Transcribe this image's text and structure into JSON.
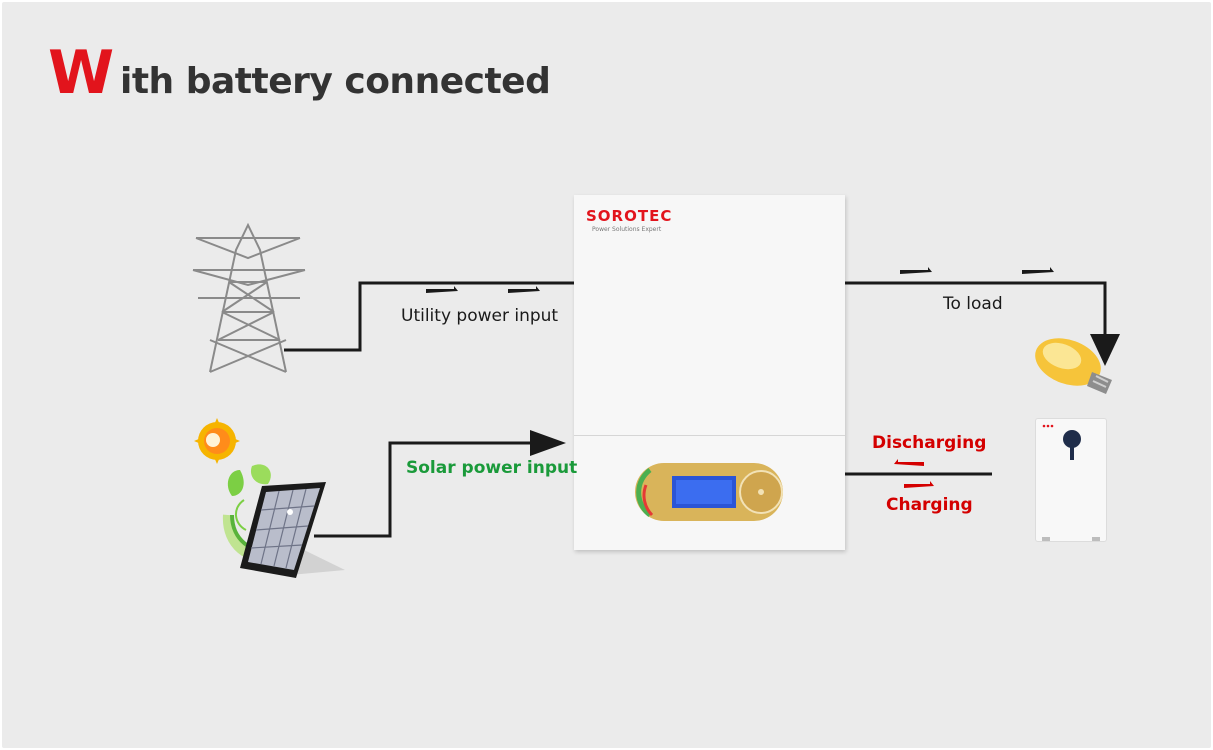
{
  "heading": {
    "initial": "W",
    "rest": "ith battery connected"
  },
  "inverter": {
    "brand": "SOROTEC",
    "brand_tagline": "Power Solutions Expert"
  },
  "labels": {
    "utility": "Utility power input",
    "solar": "Solar power input",
    "load": "To load",
    "discharging": "Discharging",
    "charging": "Charging"
  },
  "colors": {
    "heading_initial": "#e2141c",
    "heading_text": "#333333",
    "solar_label": "#1a9a3a",
    "battery_labels": "#d40000",
    "lines": "#1a1a1a",
    "panel_gold": "#d9b45a",
    "lcd_blue": "#2a55d6"
  },
  "icons": [
    "power-tower-icon",
    "solar-panel-icon",
    "sun-icon",
    "leaf-icon",
    "light-bulb-icon",
    "battery-icon",
    "inverter-icon"
  ]
}
